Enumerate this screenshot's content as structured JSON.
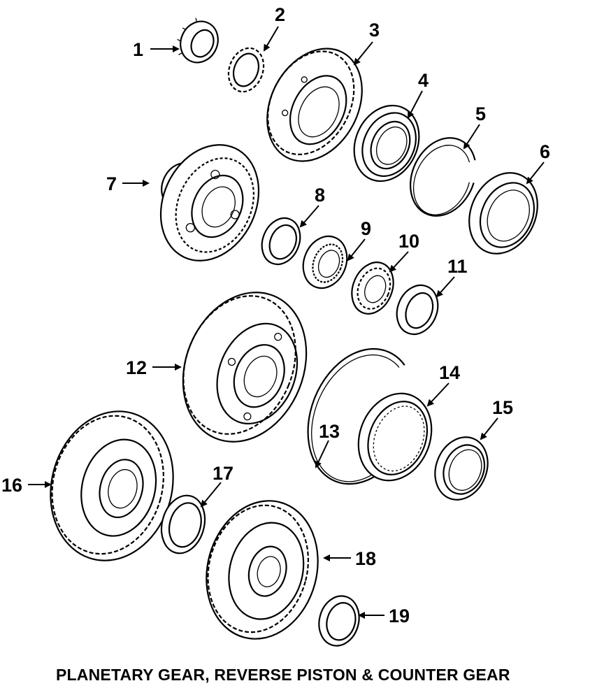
{
  "title": "PLANETARY GEAR, REVERSE PISTON & COUNTER GEAR",
  "callouts": [
    "1",
    "2",
    "3",
    "4",
    "5",
    "6",
    "7",
    "8",
    "9",
    "10",
    "11",
    "12",
    "13",
    "14",
    "15",
    "16",
    "17",
    "18",
    "19"
  ]
}
